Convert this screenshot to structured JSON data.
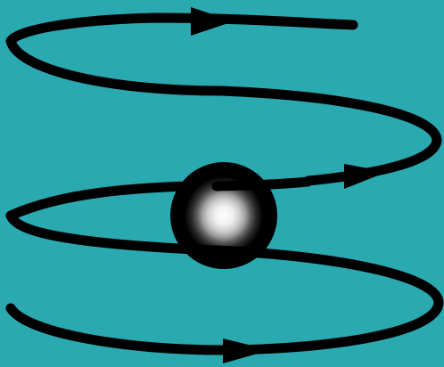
{
  "colors": {
    "background": "#2aa9b0",
    "stroke": "#000000",
    "sphere_core": "#ffffff",
    "sphere_mid": "#9a9a9a",
    "sphere_outer": "#000000"
  },
  "diagram": {
    "description_visible_text": "",
    "elements": {
      "spiral_path": "spiral-path",
      "arrows": [
        "arrow-top",
        "arrow-middle",
        "arrow-bottom"
      ],
      "sphere": "central-sphere"
    }
  }
}
